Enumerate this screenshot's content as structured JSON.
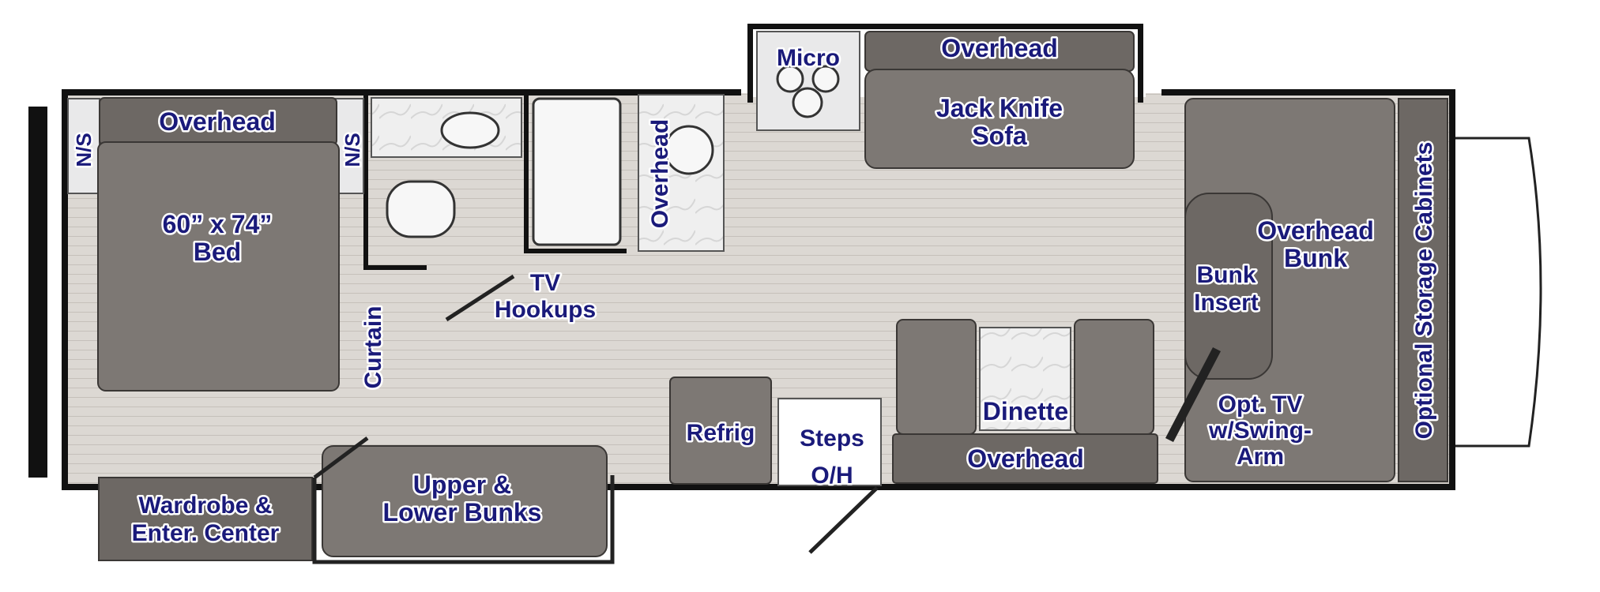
{
  "labels": {
    "overhead_bedroom": "Overhead",
    "ns_left": "N/S",
    "ns_right": "N/S",
    "bed_size": "60” x 74”",
    "bed": "Bed",
    "curtain": "Curtain",
    "overhead_kitchen": "Overhead",
    "tv_hookups_1": "TV",
    "tv_hookups_2": "Hookups",
    "micro": "Micro",
    "overhead_slide": "Overhead",
    "sofa_1": "Jack Knife",
    "sofa_2": "Sofa",
    "bunk_insert_1": "Bunk",
    "bunk_insert_2": "Insert",
    "overhead_bunk_1": "Overhead",
    "overhead_bunk_2": "Bunk",
    "storage_cabinets": "Optional Storage Cabinets",
    "opt_tv_1": "Opt. TV",
    "opt_tv_2": "w/Swing-",
    "opt_tv_3": "Arm",
    "dinette": "Dinette",
    "overhead_dinette": "Overhead",
    "refrig": "Refrig",
    "steps": "Steps",
    "steps_oh": "O/H",
    "wardrobe_1": "Wardrobe &",
    "wardrobe_2": "Enter. Center",
    "bunks_1": "Upper &",
    "bunks_2": "Lower Bunks"
  },
  "colors": {
    "label_text": "#1a1a7a",
    "floor": "#ddd9d4",
    "furniture": "#7d7874",
    "walls": "#111111"
  }
}
